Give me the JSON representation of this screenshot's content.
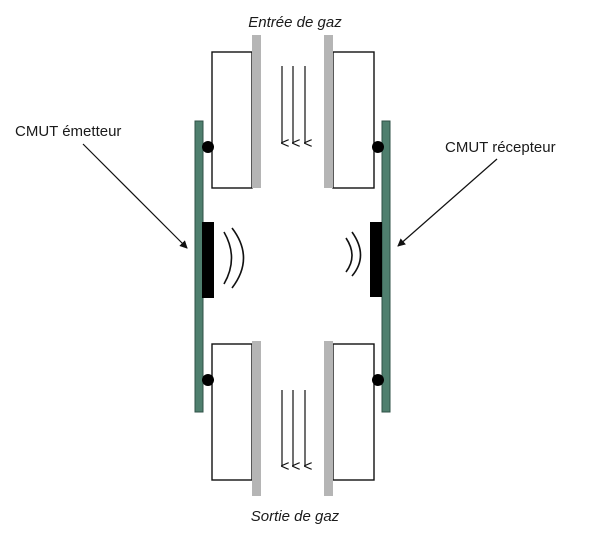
{
  "labels": {
    "gas_inlet": "Entrée de gaz",
    "gas_outlet": "Sortie de gaz",
    "emitter": "CMUT émetteur",
    "receiver": "CMUT récepteur"
  },
  "colors": {
    "pcb_fill": "#4f7f6e",
    "pcb_stroke": "#2f5247",
    "tube_wall": "#b5b5b5",
    "outline": "#111111",
    "transducer": "#000000"
  }
}
